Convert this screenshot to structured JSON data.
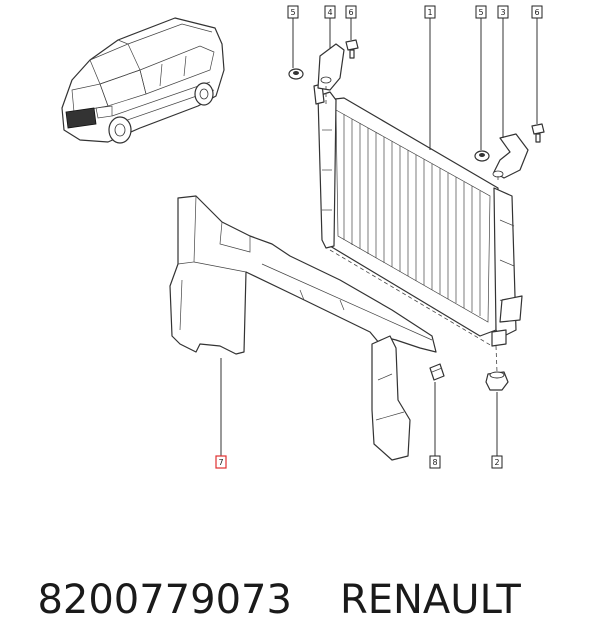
{
  "callouts": {
    "c1": "1",
    "c2": "2",
    "c3": "3",
    "c4": "4",
    "c5a": "5",
    "c5b": "5",
    "c6a": "6",
    "c6b": "6",
    "c7": "7",
    "c8": "8"
  },
  "caption": {
    "part_number": "8200779073",
    "brand": "RENAULT"
  },
  "colors": {
    "highlight": "#e03030",
    "line": "#333333"
  }
}
